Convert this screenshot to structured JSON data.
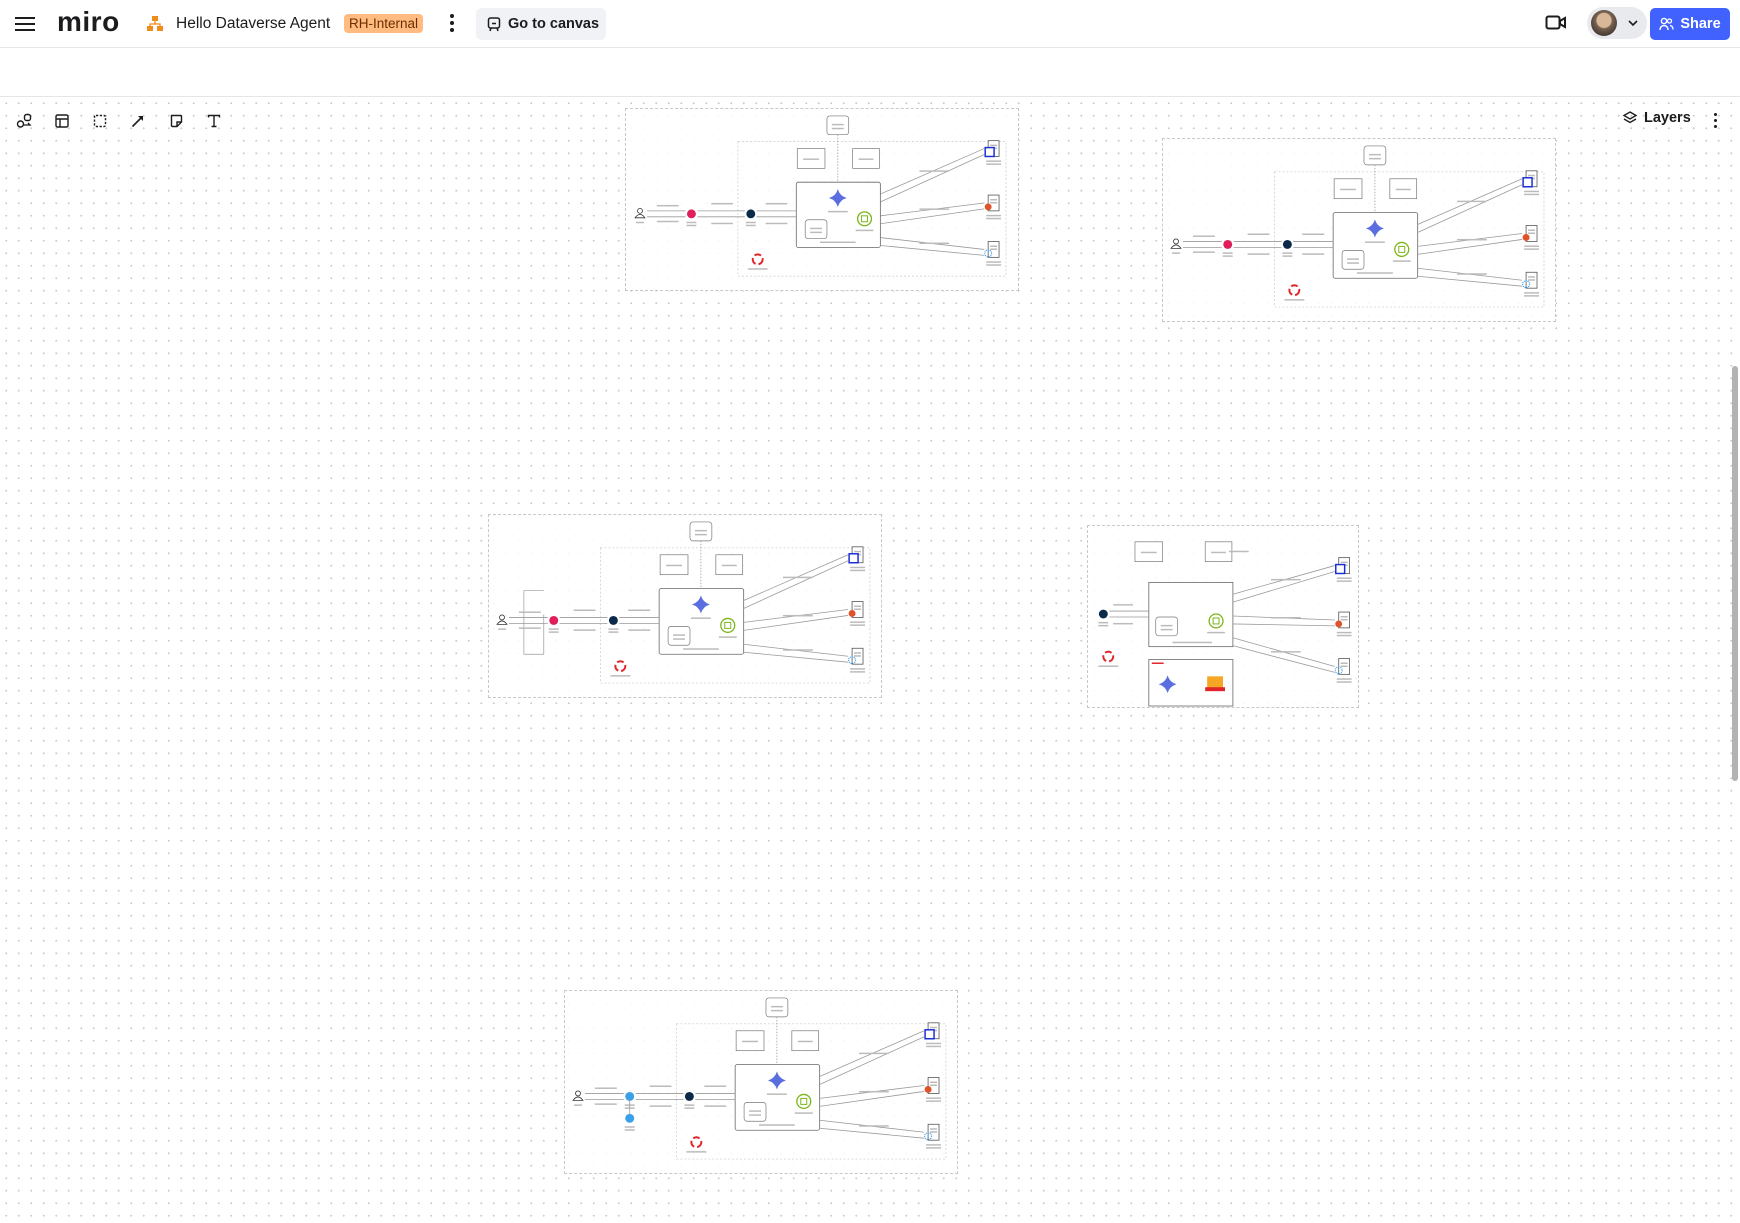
{
  "header": {
    "logo": "miro",
    "board_title": "Hello Dataverse Agent",
    "badge": "RH-Internal",
    "go_to_canvas": "Go to canvas",
    "share": "Share",
    "menu_icon": "hamburger-icon",
    "board_icon": "org-chart-icon"
  },
  "toolbar": {
    "tools": [
      "shapes-icon",
      "table-icon",
      "frame-icon",
      "connector-icon",
      "sticky-note-icon",
      "text-icon"
    ],
    "layers": "Layers"
  },
  "canvas": {
    "diagrams": [
      {
        "name": "diagram-1",
        "variant": "slack"
      },
      {
        "name": "diagram-2",
        "variant": "slack"
      },
      {
        "name": "diagram-3",
        "variant": "slack-loop"
      },
      {
        "name": "diagram-4",
        "variant": "models"
      },
      {
        "name": "diagram-5",
        "variant": "webex"
      }
    ]
  },
  "colors": {
    "share": "#4262ff",
    "badge": "#ffbb80",
    "gemini": "#5b6ee0",
    "redhat": "#e0252a",
    "green": "#7cb518",
    "navy": "#0b2a4a"
  }
}
